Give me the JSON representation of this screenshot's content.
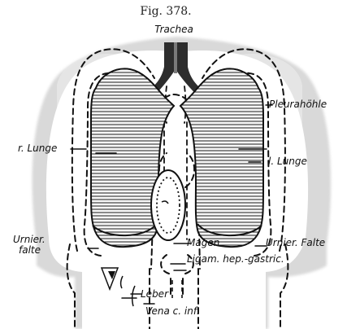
{
  "figure": {
    "caption": "Fig. 378."
  },
  "labels": {
    "trachea": "Trachea",
    "pleura_cavity": "Pleurahöhle",
    "right_lung": "r. Lunge",
    "left_lung": "l. Lunge",
    "urnier_left_line1": "Urnier.",
    "urnier_left_line2": "falte",
    "magen": "Magen",
    "urnier_right": "Urnier. Falte",
    "leber": "Leber",
    "ligament": "Ligam. hep.-gastric.",
    "vena": "Vena c. inf."
  }
}
